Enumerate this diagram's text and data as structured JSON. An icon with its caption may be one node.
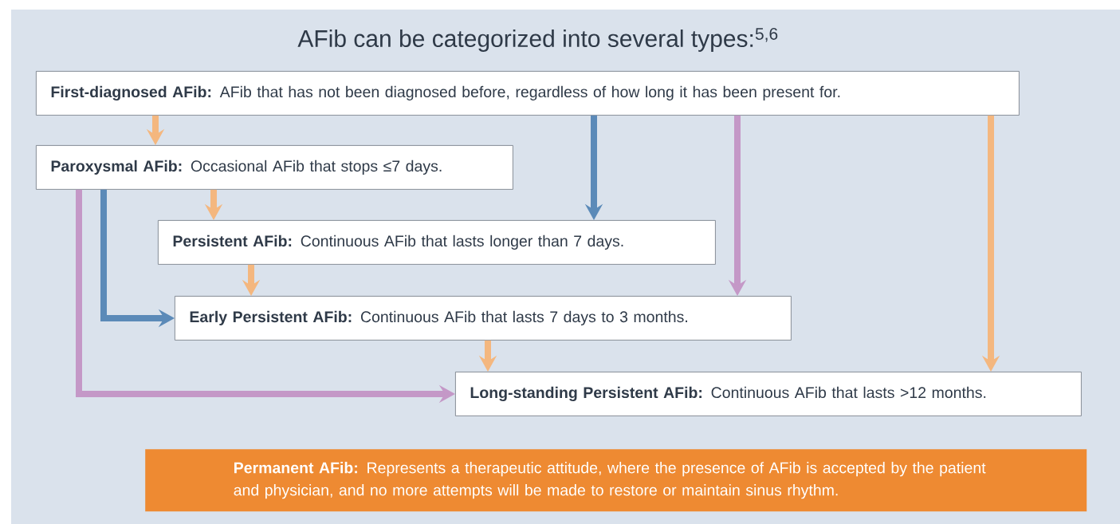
{
  "diagram": {
    "title": "AFib can be categorized into several types:$^{5,6}$",
    "nodes": [
      {
        "text": [
          "**First-diagnosed AFib:** AFib that has not been diagnosed before, regardless of how long it has been present for."
        ]
      },
      {
        "text": [
          "**Paroxysmal AFib:** Occasional AFib that stops ≤7 days."
        ]
      },
      {
        "text": [
          "**Persistent AFib:** Continuous AFib that lasts longer than 7 days."
        ]
      },
      {
        "text": [
          "**Early Persistent AFib:** Continuous AFib that lasts 7 days to 3 months."
        ]
      },
      {
        "text": [
          "**Long-standing Persistent AFib:** Continuous AFib that lasts >12 months."
        ]
      },
      {
        "text": [
          "**Permanent AFib:** Represents a therapeutic attitude, where the presence of AFib is accepted by the patient and physician, and no more attempts will be made to restore or maintain sinus rhythm."
        ]
      }
    ],
    "edges": [
      {
        "from": 0,
        "to": 1,
        "arrow": "to"
      },
      {
        "from": 0,
        "to": 2,
        "arrow": "to",
        "color": "#5b8ab8"
      },
      {
        "from": 0,
        "to": 3,
        "arrow": "to",
        "color": "#c498c7"
      },
      {
        "from": 0,
        "to": 4,
        "arrow": "to"
      },
      {
        "from": 1,
        "to": 2,
        "arrow": "to"
      },
      {
        "from": 1,
        "to": 3,
        "arrow": "to",
        "color": "#5b8ab8"
      },
      {
        "from": 1,
        "to": 4,
        "arrow": "to",
        "color": "#c498c7"
      },
      {
        "from": 2,
        "to": 3,
        "arrow": "to"
      },
      {
        "from": 3,
        "to": 4,
        "arrow": "to"
      }
    ]
  }
}
